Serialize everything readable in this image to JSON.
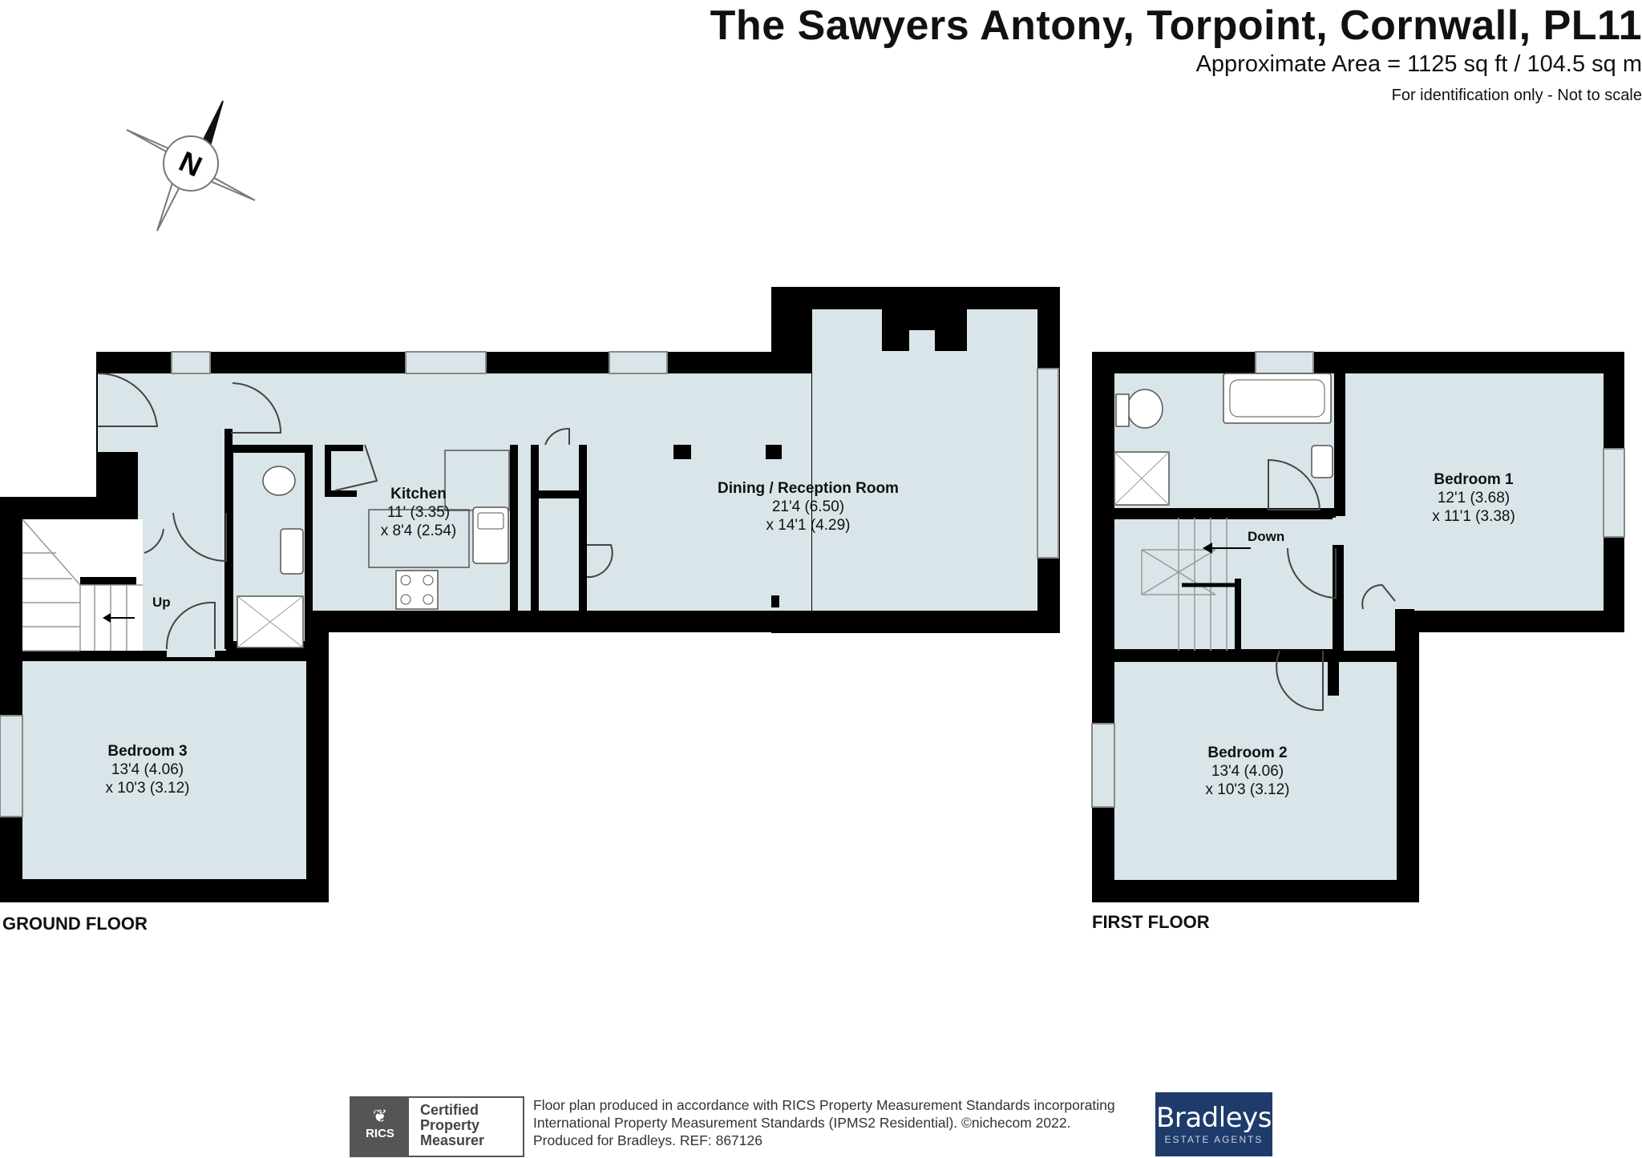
{
  "header": {
    "title": "The Sawyers Antony, Torpoint, Cornwall, PL11",
    "area": "Approximate Area = 1125 sq ft / 104.5 sq m",
    "note": "For identification only - Not to scale"
  },
  "compass": {
    "label": "N",
    "icon": "north-arrow-icon"
  },
  "rooms": {
    "kitchen": {
      "name": "Kitchen",
      "dim1": "11' (3.35)",
      "dim2": "x 8'4 (2.54)"
    },
    "dining": {
      "name": "Dining / Reception Room",
      "dim1": "21'4 (6.50)",
      "dim2": "x 14'1 (4.29)"
    },
    "bedroom3": {
      "name": "Bedroom 3",
      "dim1": "13'4 (4.06)",
      "dim2": "x 10'3 (3.12)"
    },
    "bedroom1": {
      "name": "Bedroom 1",
      "dim1": "12'1 (3.68)",
      "dim2": "x 11'1 (3.38)"
    },
    "bedroom2": {
      "name": "Bedroom 2",
      "dim1": "13'4 (4.06)",
      "dim2": "x 10'3 (3.12)"
    }
  },
  "stairs": {
    "up": "Up",
    "down": "Down"
  },
  "floors": {
    "ground": "GROUND FLOOR",
    "first": "FIRST FLOOR"
  },
  "footer": {
    "line1": "Floor plan produced in accordance with RICS Property Measurement Standards incorporating",
    "line2": "International Property Measurement Standards (IPMS2 Residential).   ©nichecom 2022.",
    "line3": "Produced for Bradleys.    REF:  867126",
    "rics_badge": "RICS",
    "rics_line1": "Certified",
    "rics_line2": "Property",
    "rics_line3": "Measurer",
    "agent_name": "Bradleys",
    "agent_sub": "ESTATE AGENTS"
  },
  "colors": {
    "wall": "#000000",
    "floor": "#d9e5e8",
    "brand": "#1f3b6b"
  }
}
